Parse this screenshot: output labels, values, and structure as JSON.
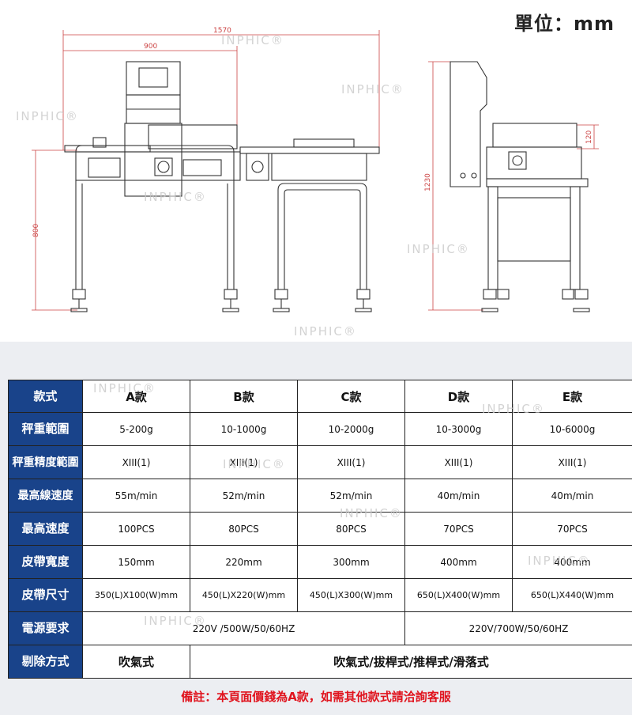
{
  "unit_label": "單位：mm",
  "watermark": "INPHIC®",
  "dimensions": {
    "overall_length": "1570",
    "top_width": "900",
    "height": "800",
    "total_height": "1230",
    "side_height": "120"
  },
  "table": {
    "header": [
      "款式",
      "A款",
      "B款",
      "C款",
      "D款",
      "E款"
    ],
    "rows": [
      {
        "label": "秤重範圍",
        "values": [
          "5-200g",
          "10-1000g",
          "10-2000g",
          "10-3000g",
          "10-6000g"
        ]
      },
      {
        "label": "秤重精度範圍",
        "values": [
          "XIII(1)",
          "XIII(1)",
          "XIII(1)",
          "XIII(1)",
          "XIII(1)"
        ]
      },
      {
        "label": "最高線速度",
        "values": [
          "55m/min",
          "52m/min",
          "52m/min",
          "40m/min",
          "40m/min"
        ]
      },
      {
        "label": "最高速度",
        "values": [
          "100PCS",
          "80PCS",
          "80PCS",
          "70PCS",
          "70PCS"
        ]
      },
      {
        "label": "皮帶寬度",
        "values": [
          "150mm",
          "220mm",
          "300mm",
          "400mm",
          "400mm"
        ]
      },
      {
        "label": "皮帶尺寸",
        "values": [
          "350(L)X100(W)mm",
          "450(L)X220(W)mm",
          "450(L)X300(W)mm",
          "650(L)X400(W)mm",
          "650(L)X440(W)mm"
        ]
      },
      {
        "label": "電源要求",
        "power_abc": "220V /500W/50/60HZ",
        "power_de": "220V/700W/50/60HZ"
      },
      {
        "label": "剔除方式",
        "reject_a": "吹氣式",
        "reject_other": "吹氣式/拔桿式/推桿式/滑落式"
      }
    ]
  },
  "note": "備註：本頁面價錢為A款，如需其他款式請洽詢客服"
}
